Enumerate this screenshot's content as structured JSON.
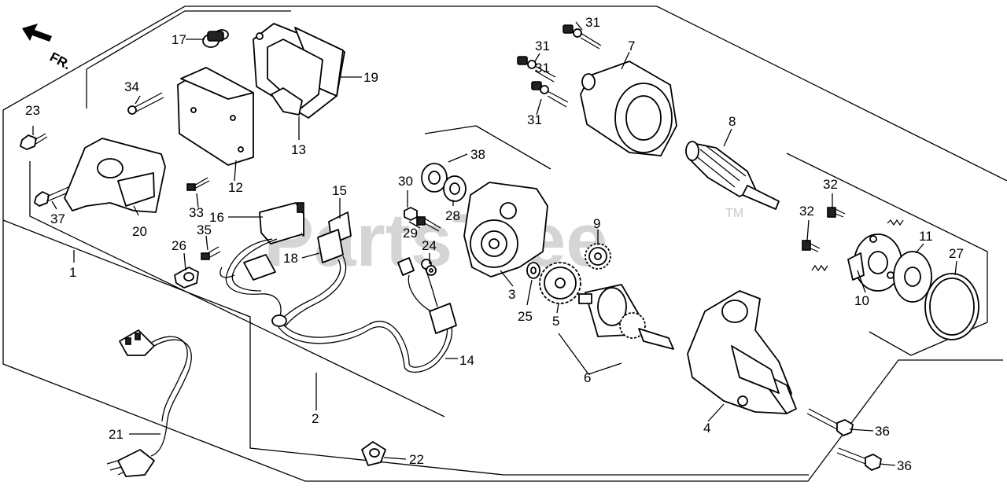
{
  "watermark": "PartsTree",
  "trademark": "TM",
  "direction": "FR.",
  "callouts": {
    "c1": "1",
    "c2": "2",
    "c3": "3",
    "c4": "4",
    "c5": "5",
    "c6": "6",
    "c7": "7",
    "c8": "8",
    "c9": "9",
    "c10": "10",
    "c11": "11",
    "c12": "12",
    "c13": "13",
    "c14": "14",
    "c15": "15",
    "c16": "16",
    "c17": "17",
    "c18": "18",
    "c19": "19",
    "c20": "20",
    "c21": "21",
    "c22": "22",
    "c23": "23",
    "c24": "24",
    "c25": "25",
    "c26": "26",
    "c27": "27",
    "c28": "28",
    "c29": "29",
    "c30": "30",
    "c31a": "31",
    "c31b": "31",
    "c31c": "31",
    "c31d": "31",
    "c32a": "32",
    "c32b": "32",
    "c33": "33",
    "c34": "34",
    "c35": "35",
    "c36a": "36",
    "c36b": "36",
    "c37": "37",
    "c38": "38"
  }
}
